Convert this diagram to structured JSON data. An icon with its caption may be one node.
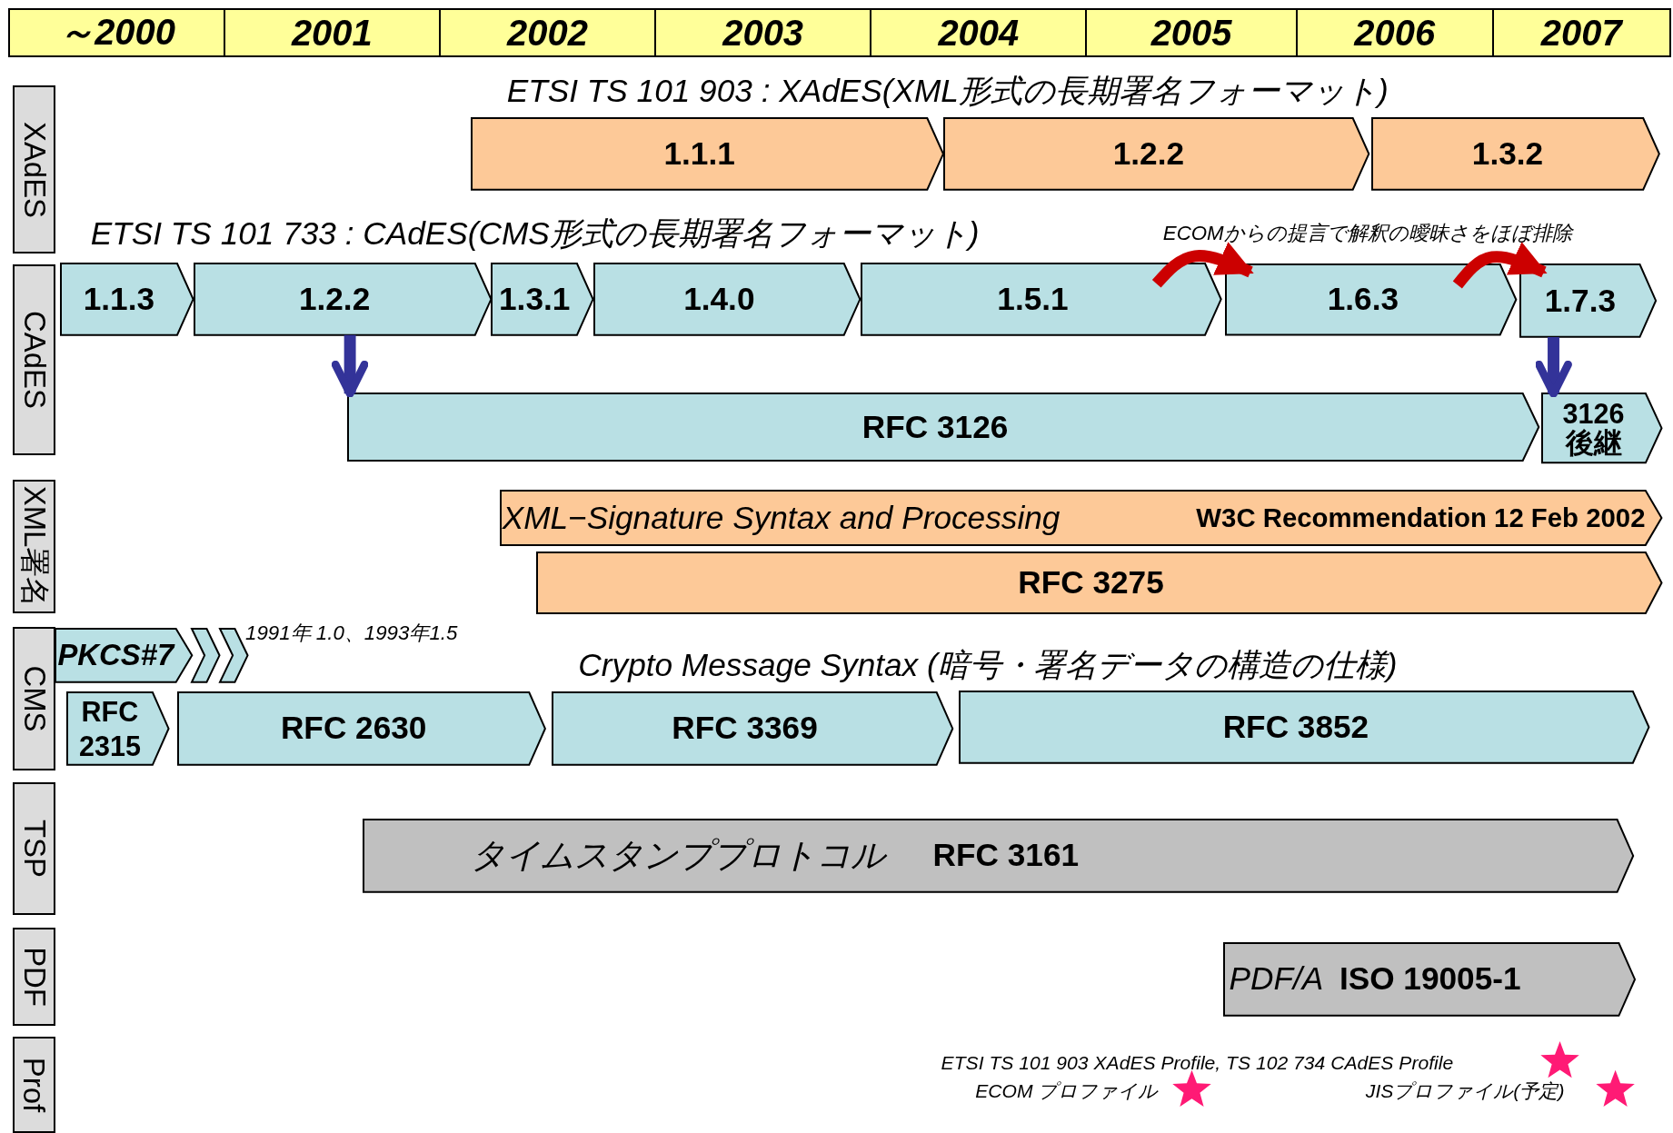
{
  "diagram": {
    "nodes": [
      {
        "text": [
          "XAdES"
        ]
      },
      {
        "text": [
          "1.1.1"
        ]
      },
      {
        "text": [
          "1.2.2"
        ]
      },
      {
        "text": [
          "1.3.2"
        ]
      },
      {
        "text": [
          "CAdES"
        ]
      },
      {
        "text": [
          "1.1.3"
        ]
      },
      {
        "text": [
          "1.2.2"
        ]
      },
      {
        "text": [
          "1.3.1"
        ]
      },
      {
        "text": [
          "1.4.0"
        ]
      },
      {
        "text": [
          "1.5.1"
        ]
      },
      {
        "text": [
          "1.6.3"
        ]
      },
      {
        "text": [
          "1.7.3"
        ]
      },
      {
        "text": [
          "RFC 3126"
        ]
      },
      {
        "text": [
          "3126後継"
        ]
      },
      {
        "text": [
          "XML署名"
        ]
      },
      {
        "text": [
          "XML−Signature Syntax and Processing",
          "W3C Recommendation 12 Feb 2002"
        ]
      },
      {
        "text": [
          "RFC 3275"
        ]
      },
      {
        "text": [
          "CMS"
        ]
      },
      {
        "text": [
          "PKCS#7"
        ]
      },
      {
        "text": [],
        "shape": "chevron"
      },
      {
        "text": [],
        "shape": "chevron"
      },
      {
        "text": [
          "RFC 2315"
        ]
      },
      {
        "text": [
          "RFC 2630"
        ]
      },
      {
        "text": [
          "RFC 3369"
        ]
      },
      {
        "text": [
          "RFC 3852"
        ]
      },
      {
        "text": [
          "TSP"
        ]
      },
      {
        "text": [
          "タイムスタンププロトコル",
          "RFC 3161"
        ]
      },
      {
        "text": [
          "PDF"
        ]
      },
      {
        "text": [
          "PDF/A",
          "ISO 19005-1"
        ]
      },
      {
        "text": [
          "Prof"
        ]
      }
    ],
    "edges": [
      {
        "from": 9,
        "to": 10,
        "arrow": "to",
        "color": "#cc0000"
      },
      {
        "from": 10,
        "to": 11,
        "arrow": "to",
        "color": "#cc0000"
      },
      {
        "from": 6,
        "to": 12,
        "arrow": "to",
        "color": "#333399"
      },
      {
        "from": 11,
        "to": 13,
        "arrow": "to",
        "color": "#333399"
      }
    ],
    "labels": [
      "～2000",
      "2001",
      "2002",
      "2003",
      "2004",
      "2005",
      "2006",
      "2007",
      "ETSI TS 101 903 : XAdES(XML形式の長期署名フォーマット)",
      "ETSI TS 101 733 : CAdES(CMS形式の長期署名フォーマット)",
      "ECOMからの提言で解釈の曖昧さをほぼ排除",
      "1991年 1.0、1993年1.5",
      "Crypto Message Syntax (暗号・署名データの構造の仕様)",
      "ETSI TS 101 903 XAdES Profile, TS 102 734 CAdES Profile",
      "ECOM プロファイル",
      "JISプロファイル(予定)"
    ]
  }
}
